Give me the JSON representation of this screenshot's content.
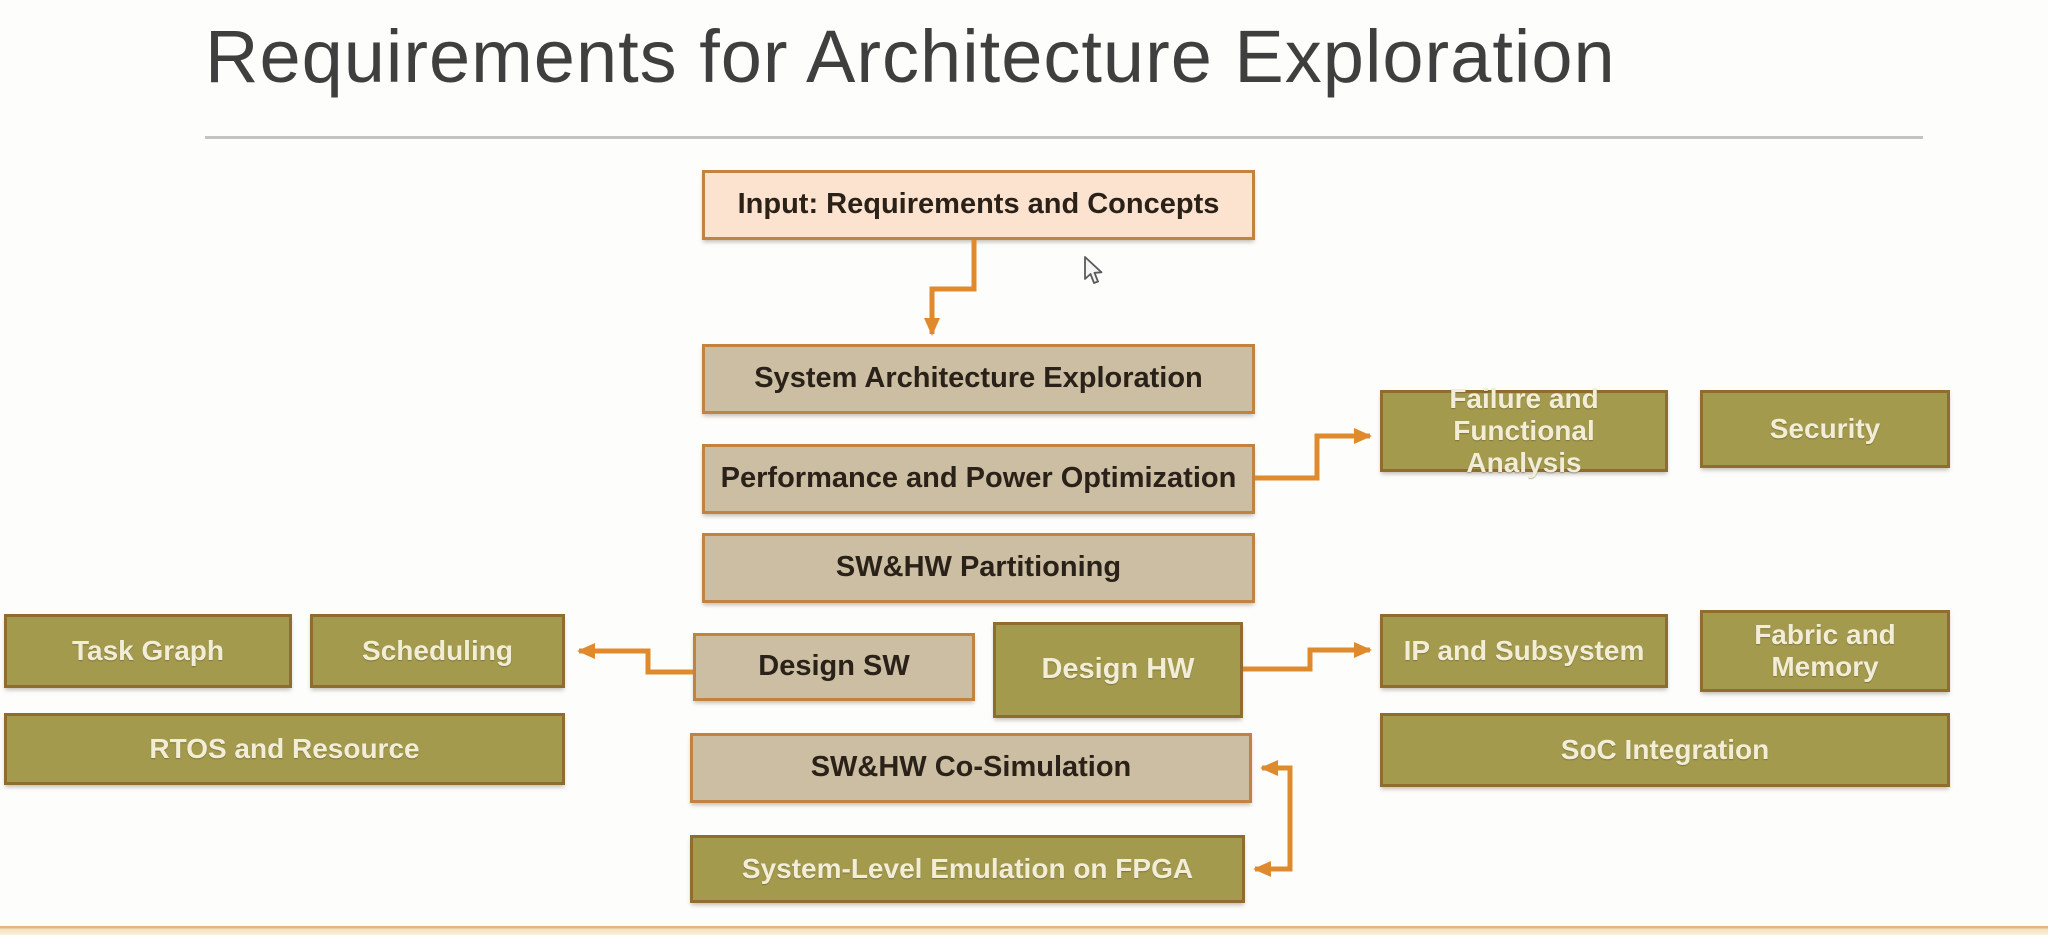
{
  "slide": {
    "title": "Requirements for Architecture Exploration"
  },
  "diagram": {
    "nodes": [
      {
        "id": "input",
        "label": "Input: Requirements and Concepts",
        "style": "peach"
      },
      {
        "id": "sys-arch",
        "label": "System Architecture Exploration",
        "style": "tan"
      },
      {
        "id": "perf",
        "label": "Performance and Power Optimization",
        "style": "tan"
      },
      {
        "id": "failure",
        "label": "Failure and Functional Analysis",
        "style": "olive"
      },
      {
        "id": "security",
        "label": "Security",
        "style": "olive"
      },
      {
        "id": "partitioning",
        "label": "SW&HW Partitioning",
        "style": "tan"
      },
      {
        "id": "task-graph",
        "label": "Task Graph",
        "style": "olive"
      },
      {
        "id": "scheduling",
        "label": "Scheduling",
        "style": "olive"
      },
      {
        "id": "rtos",
        "label": "RTOS and Resource",
        "style": "olive"
      },
      {
        "id": "design-sw",
        "label": "Design SW",
        "style": "tan"
      },
      {
        "id": "design-hw",
        "label": "Design HW",
        "style": "olive"
      },
      {
        "id": "ip-subsystem",
        "label": "IP and Subsystem",
        "style": "olive"
      },
      {
        "id": "fabric-memory",
        "label": "Fabric and Memory",
        "style": "olive"
      },
      {
        "id": "soc-integration",
        "label": "SoC Integration",
        "style": "olive"
      },
      {
        "id": "cosim",
        "label": "SW&HW Co-Simulation",
        "style": "tan"
      },
      {
        "id": "fpga",
        "label": "System-Level Emulation on FPGA",
        "style": "olive"
      }
    ],
    "edges": [
      {
        "from": "input",
        "to": "sys-arch",
        "type": "arrow"
      },
      {
        "from": "perf",
        "to": "failure",
        "type": "arrow"
      },
      {
        "from": "design-sw",
        "to": "scheduling",
        "type": "arrow"
      },
      {
        "from": "design-hw",
        "to": "ip-subsystem",
        "type": "arrow"
      },
      {
        "from": "cosim",
        "to": "fpga",
        "type": "bracket-double-arrow"
      }
    ]
  },
  "icons": {
    "cursor": "mouse-pointer-icon"
  },
  "colors": {
    "peach_fill": "#fbe3d0",
    "tan_fill": "#ccbea3",
    "olive_fill": "#a39a4e",
    "border_orange": "#c08440",
    "border_olive": "#8f6c30",
    "arrow_orange": "#e08a2e",
    "dark_text": "#2a2118",
    "light_text": "#f2edd6",
    "title_text": "#3f3f3f",
    "bottom_bar": "#e2b87f"
  }
}
